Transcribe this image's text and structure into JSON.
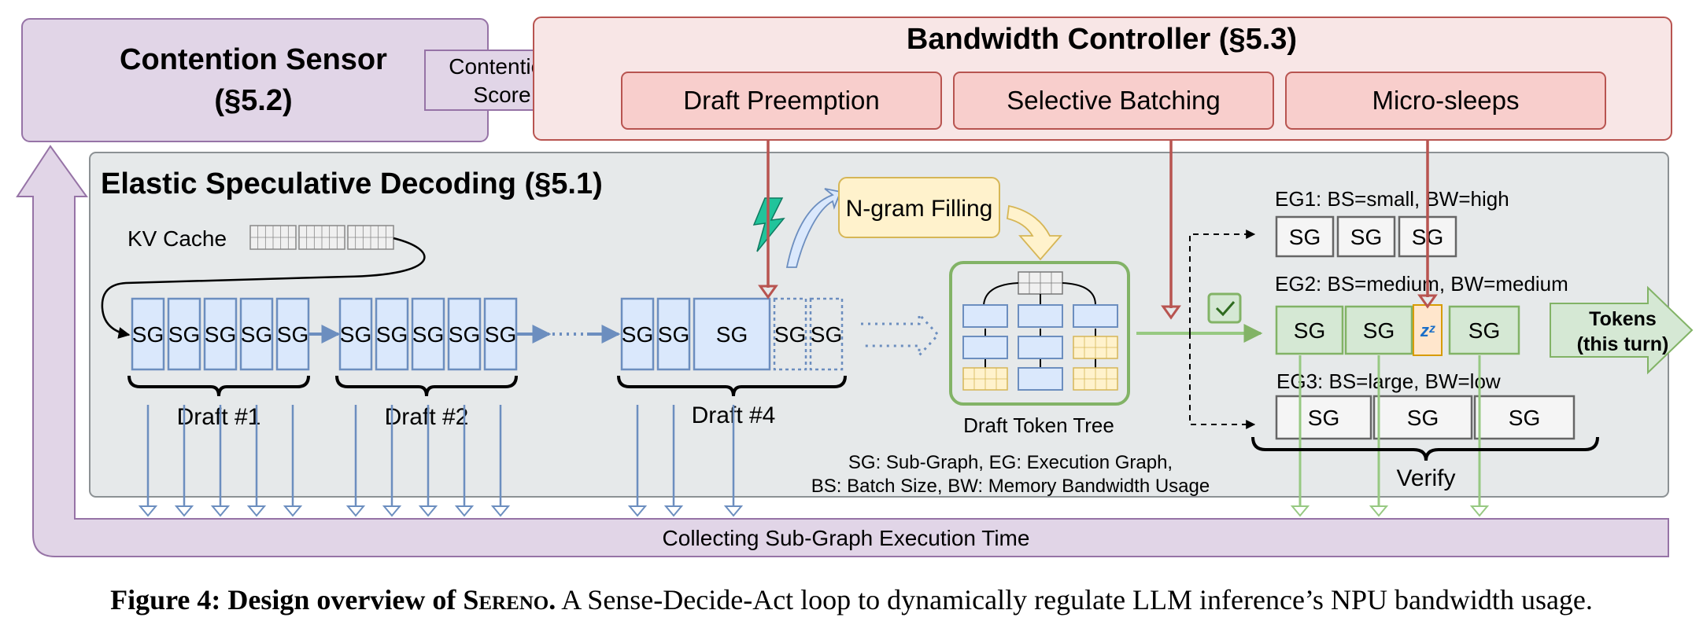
{
  "contention_sensor": {
    "title": "Contention Sensor",
    "section": "(§5.2)"
  },
  "score_arrow": {
    "line1": "Contention",
    "line2": "Score"
  },
  "bandwidth_controller": {
    "title": "Bandwidth Controller (§5.3)",
    "modules": [
      "Draft Preemption",
      "Selective Batching",
      "Micro-sleeps"
    ]
  },
  "esd": {
    "title": "Elastic Speculative Decoding (§5.1)",
    "kv_cache_label": "KV Cache"
  },
  "sg_label": "SG",
  "drafts": [
    "Draft #1",
    "Draft #2",
    "Draft #4"
  ],
  "ngram_label": "N-gram Filling",
  "tree_label": "Draft Token Tree",
  "execution_graphs": [
    {
      "label": "EG1: BS=small, BW=high"
    },
    {
      "label": "EG2: BS=medium, BW=medium"
    },
    {
      "label": "EG3: BS=large, BW=low"
    }
  ],
  "tokens_label": {
    "line1": "Tokens",
    "line2": "(this turn)"
  },
  "verify_label": "Verify",
  "legend": {
    "line1": "SG: Sub-Graph, EG: Execution Graph,",
    "line2": "BS: Batch Size, BW: Memory Bandwidth Usage"
  },
  "feedback_label": "Collecting Sub-Graph Execution Time",
  "caption": {
    "prefix": "Figure 4: Design overview of ",
    "system": "Sereno",
    "suffix_bold": ".",
    "text": " A Sense-Decide-Act loop to dynamically regulate LLM inference’s NPU bandwidth usage."
  },
  "colors": {
    "sensor_fill": "#e1d5e7",
    "sensor_stroke": "#9673a6",
    "controller_fill": "#f8e6e6",
    "controller_stroke": "#b85450",
    "module_fill": "#f8cecc",
    "esd_fill": "#e6e9ea",
    "esd_stroke": "#8c9194",
    "sg_blue": "#dae8fc",
    "sg_blue_stroke": "#6c8ebf",
    "sg_green": "#d5e8d4",
    "sg_green_stroke": "#82b366",
    "ngram_fill": "#fff2cc",
    "ngram_stroke": "#d6b656",
    "sleep_fill": "#ffe6cc",
    "sleep_stroke": "#d79b00",
    "flash": "#21c49b"
  }
}
